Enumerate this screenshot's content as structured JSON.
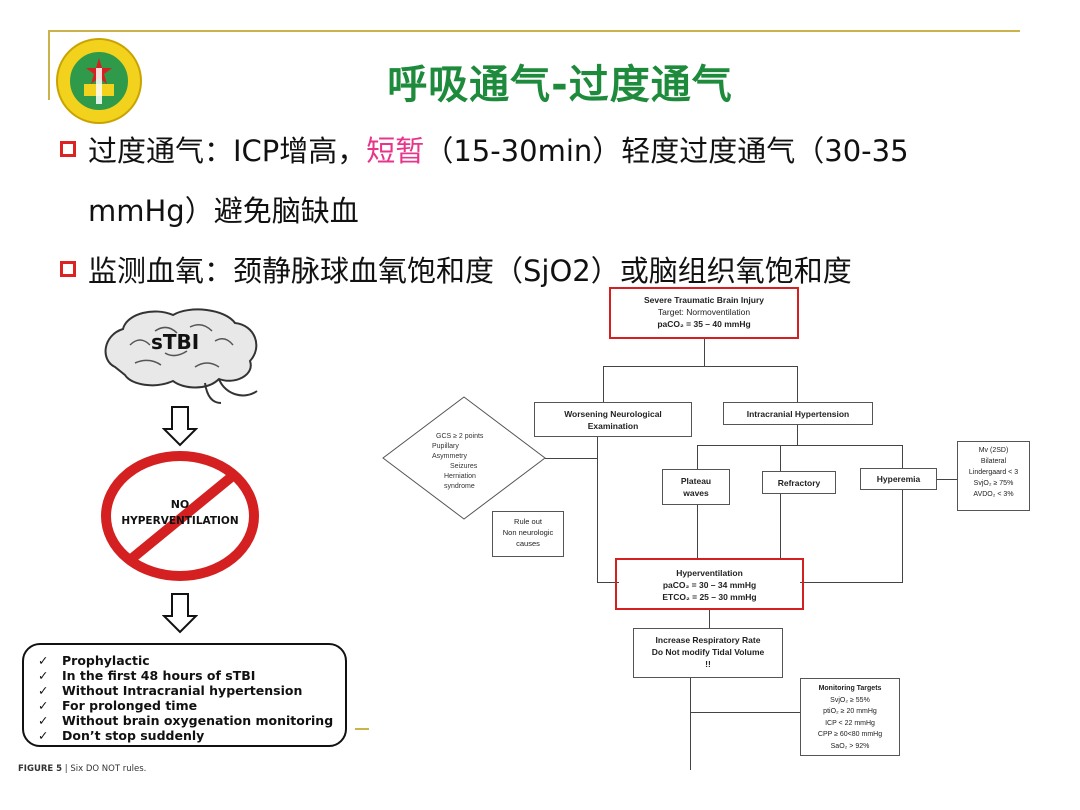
{
  "slide": {
    "title": "呼吸通气-过度通气",
    "bullets": [
      {
        "prefix": "过度通气：ICP增高，",
        "highlight": "短暂",
        "suffix": "（15-30min）轻度过度通气（30-35",
        "continuation": "mmHg）避免脑缺血"
      },
      {
        "text": "监测血氧：颈静脉球血氧饱和度（SjO2）或脑组织氧饱和度"
      }
    ],
    "colors": {
      "title": "#1e8a3c",
      "highlight": "#e8348a",
      "bullet_marker": "#dd2222",
      "accent_line": "#c9b34a",
      "red_frame": "#d42020"
    }
  },
  "left_figure": {
    "brain_label": "sTBI",
    "no_sign_text_1": "NO",
    "no_sign_text_2": "HYPERVENTILATION",
    "rules": [
      "Prophylactic",
      "In the first 48 hours of sTBI",
      "Without Intracranial hypertension",
      "For prolonged time",
      "Without brain oxygenation monitoring",
      "Don’t stop suddenly"
    ],
    "check_mark": "✓",
    "caption_bold": "FIGURE 5",
    "caption_text": " | Six DO NOT rules."
  },
  "flowchart": {
    "top": [
      "Severe Traumatic Brain Injury",
      "Target: Normoventilation",
      "paCO₂ = 35 – 40 mmHg"
    ],
    "worsening": [
      "Worsening Neurological",
      "Examination"
    ],
    "icp": "Intracranial Hypertension",
    "diamond": [
      "GCS ≥ 2 points",
      "Pupillary",
      "Asymmetry",
      "Seizures",
      "Herniation",
      "syndrome"
    ],
    "rule_out": [
      "Rule out",
      "Non neurologic",
      "causes"
    ],
    "plateau": [
      "Plateau",
      "waves"
    ],
    "refractory": "Refractory",
    "hyperemia": "Hyperemia",
    "hyperemia_criteria": [
      "Mv (2SD)",
      "Bilateral",
      "Lindergaard < 3",
      "SvjO₂ ≥ 75%",
      "AVDO₂ < 3%"
    ],
    "hyperventilation": [
      "Hyperventilation",
      "paCO₂ = 30 – 34 mmHg",
      "ETCO₂ = 25 – 30 mmHg"
    ],
    "increase_rr": [
      "Increase Respiratory Rate",
      "Do Not modify Tidal Volume",
      "!!"
    ],
    "monitoring": [
      "Monitoring Targets",
      "SvjO₂ ≥ 55%",
      "ptiO₂ ≥ 20 mmHg",
      "ICP < 22 mmHg",
      "CPP ≥ 60<80 mmHg",
      "SaO₂ > 92%"
    ]
  }
}
